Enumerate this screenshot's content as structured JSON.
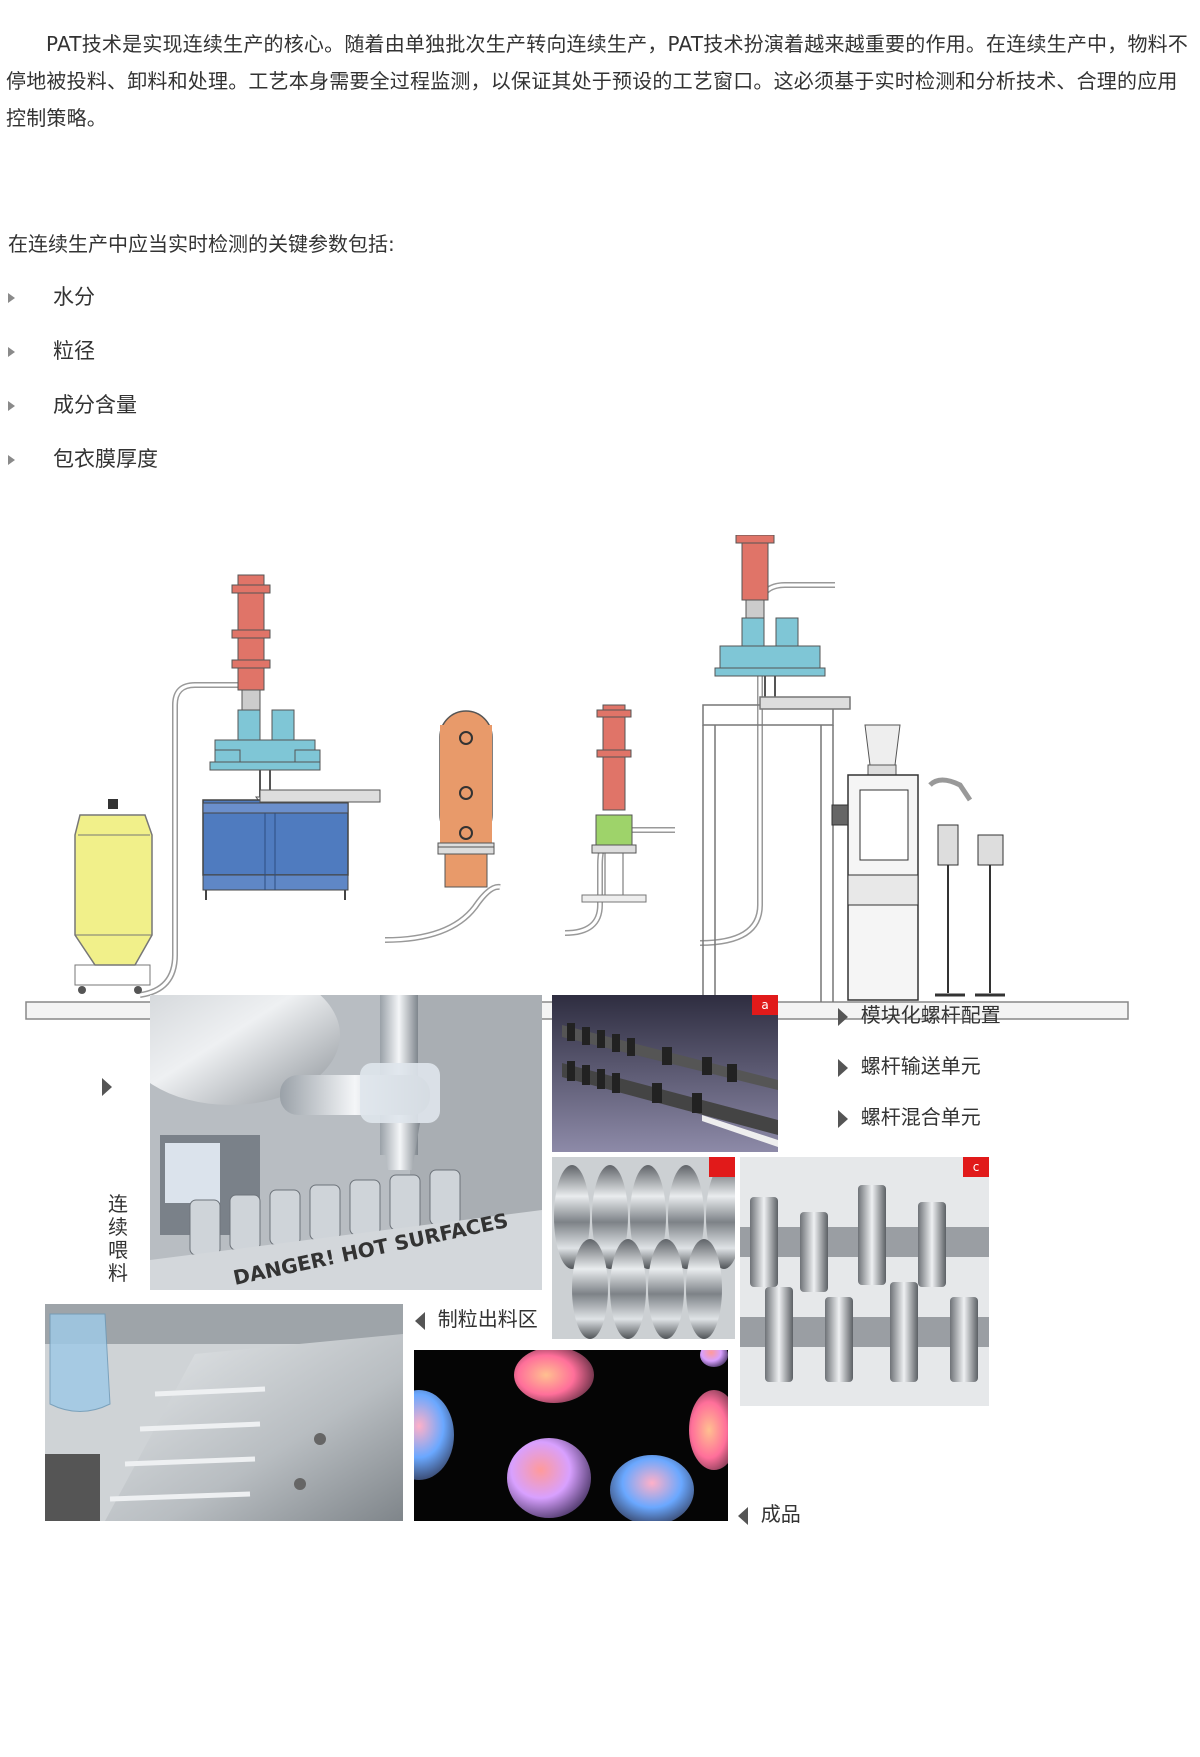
{
  "intro_paragraph": "PAT技术是实现连续生产的核心。随着由单独批次生产转向连续生产，PAT技术扮演着越来越重要的作用。在连续生产中，物料不停地被投料、卸料和处理。工艺本身需要全过程监测，以保证其处于预设的工艺窗口。这必须基于实时检测和分析技术、合理的应用控制策略。",
  "params_heading": "在连续生产中应当实时检测的关键参数包括:",
  "params": [
    "水分",
    "粒径",
    "成分含量",
    "包衣膜厚度"
  ],
  "labels": {
    "feeding": "连续喂料",
    "screw_config": "模块化螺杆配置",
    "screw_conveying": "螺杆输送单元",
    "screw_mixing": "螺杆混合单元",
    "granulation_outlet": "制粒出料区",
    "finished_product": "成品"
  },
  "photo_text": {
    "warning": "DANGER! HOT SURFACES",
    "badge_a": "a",
    "badge_c": "c"
  },
  "colors": {
    "vacuum_loader": "#e07468",
    "hopper": "#7fc6d6",
    "granulator": "#4f7bbf",
    "dryer": "#e89a6a",
    "bin": "#f1f08a",
    "sieve": "#9ed36a",
    "badge": "#e11a1a"
  }
}
